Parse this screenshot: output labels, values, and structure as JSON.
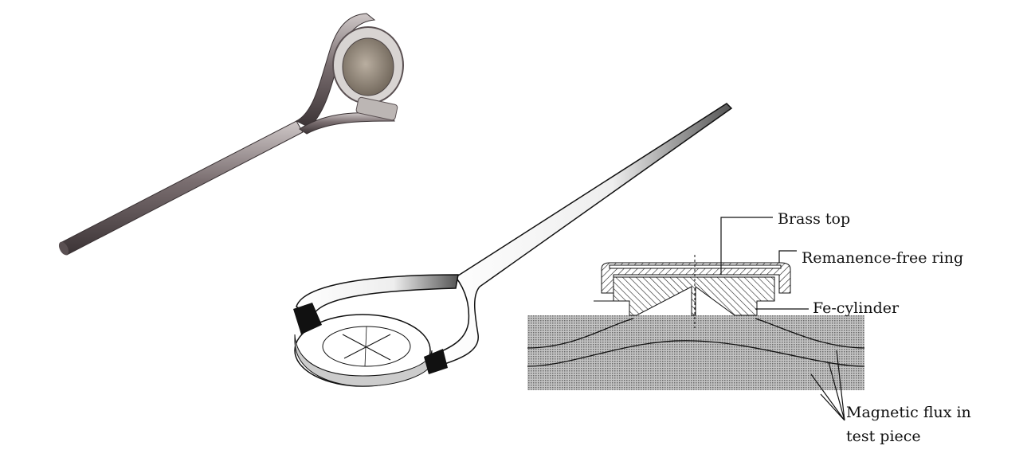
{
  "figure": {
    "labels": {
      "brass_top": "Brass top",
      "ring": "Remanence-free ring",
      "fe_cylinder": "Fe-cylinder",
      "flux_line1": "Magnetic flux in",
      "flux_line2": "test piece"
    }
  }
}
